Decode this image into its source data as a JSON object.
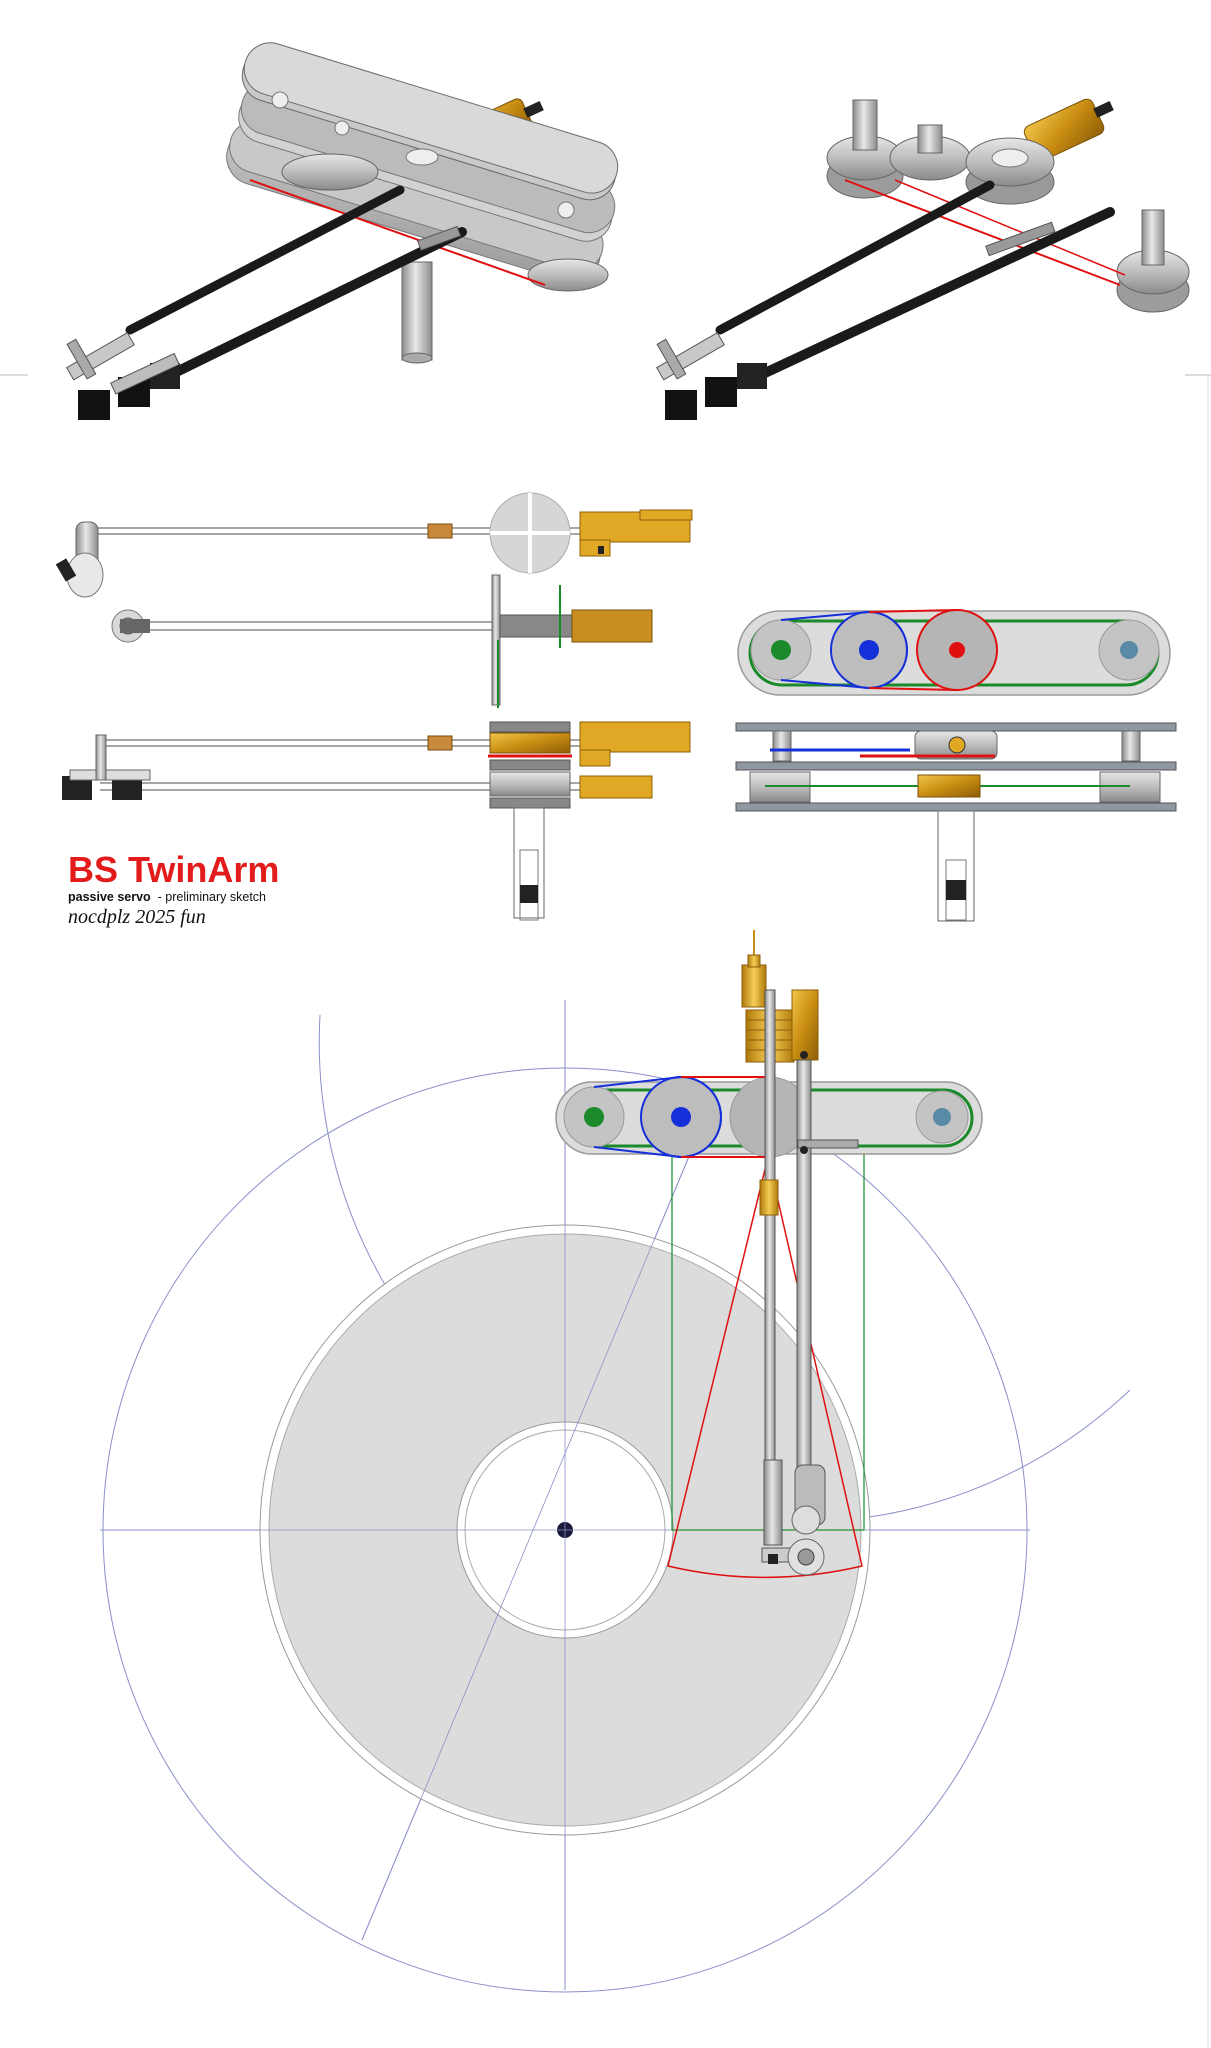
{
  "sheet": {
    "title": "BS TwinArm",
    "subtitle_bold": "passive servo",
    "subtitle_rest": "  - preliminary sketch",
    "signature": "nocdplz 2025 fun"
  },
  "colors": {
    "belt_red": "#e01010",
    "belt_green": "#1a8a2a",
    "belt_blue": "#1530d8",
    "brass": "#d9a81e",
    "arm_black": "#1a1a1a",
    "platter_grey": "#dcdcdc",
    "construction_line": "#8a90c8"
  },
  "views": [
    "3d-view-three-pulley",
    "3d-view-open-pulleys",
    "top-view-arms",
    "side-view-arms",
    "top-view-pulley-plate",
    "side-view-pulley-stack",
    "plan-view-turntable"
  ]
}
